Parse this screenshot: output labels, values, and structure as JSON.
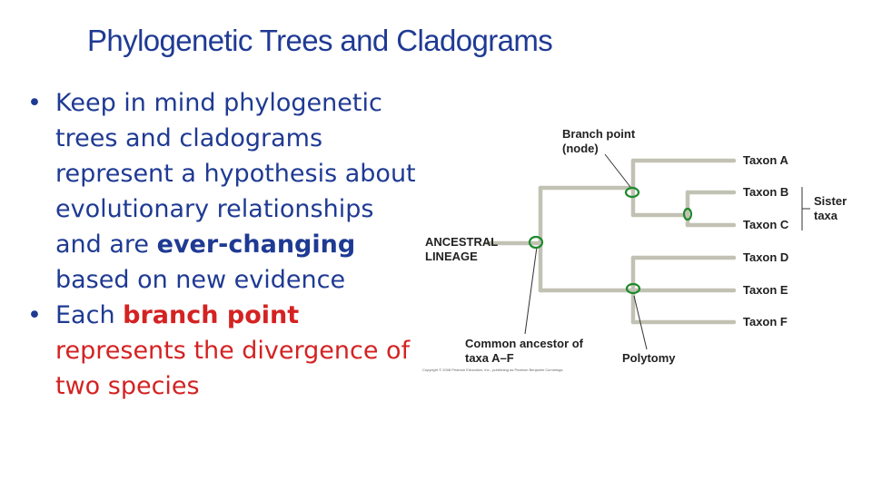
{
  "slide": {
    "title": "Phylogenetic Trees and Cladograms",
    "bullets": [
      {
        "pre": "Keep in mind phylogenetic trees and cladograms represent a hypothesis about evolutionary relationships and are ",
        "bold": "ever-changing",
        "post": " based on new evidence"
      },
      {
        "pre": "Each ",
        "bold": "branch point",
        "post": "represents the divergence of two species"
      }
    ]
  },
  "diagram": {
    "branch_point_label": [
      "Branch point",
      "(node)"
    ],
    "ancestral_label": [
      "ANCESTRAL",
      "LINEAGE"
    ],
    "common_ancestor_label": [
      "Common ancestor of",
      "taxa A–F"
    ],
    "polytomy_label": "Polytomy",
    "sister_label": [
      "Sister",
      "taxa"
    ],
    "taxa": [
      "Taxon A",
      "Taxon B",
      "Taxon C",
      "Taxon D",
      "Taxon E",
      "Taxon F"
    ],
    "copyright": "Copyright © 2008 Pearson Education, Inc., publishing as Pearson Benjamin Cummings.",
    "branch_color": "#c2c2b4",
    "marker_color": "#1e8a2c"
  }
}
